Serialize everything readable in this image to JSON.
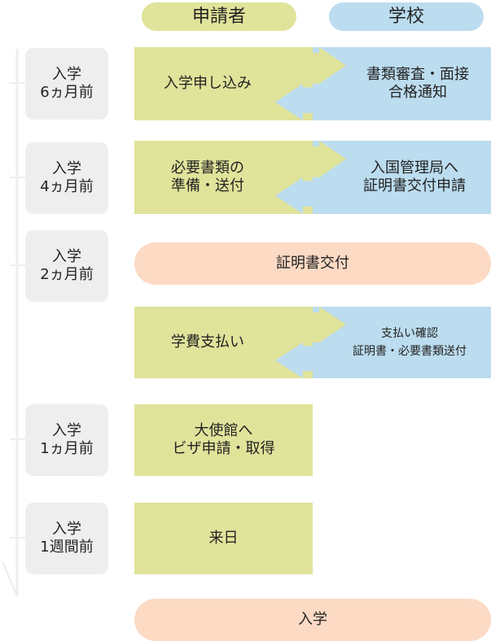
{
  "headers": {
    "applicant": "申請者",
    "school": "学校"
  },
  "timeline": [
    {
      "line1": "入学",
      "line2": "6ヵ月前"
    },
    {
      "line1": "入学",
      "line2": "4ヵ月前"
    },
    {
      "line1": "入学",
      "line2": "2ヵ月前"
    },
    {
      "line1": "入学",
      "line2": "1ヵ月前"
    },
    {
      "line1": "入学",
      "line2": "1週間前"
    }
  ],
  "steps": {
    "row1": {
      "applicant": "入学申し込み",
      "school_1": "書類審査・面接",
      "school_2": "合格通知"
    },
    "row2": {
      "applicant_1": "必要書類の",
      "applicant_2": "準備・送付",
      "school_1": "入国管理局へ",
      "school_2": "証明書交付申請"
    },
    "row3": {
      "both": "証明書交付"
    },
    "row4": {
      "applicant": "学費支払い",
      "school_1": "支払い確認",
      "school_2": "証明書・必要書類送付"
    },
    "row5": {
      "applicant_1": "大使館へ",
      "applicant_2": "ビザ申請・取得"
    },
    "row6": {
      "applicant": "来日"
    },
    "row7": {
      "both": "入学"
    }
  },
  "colors": {
    "applicant": "#e0e39a",
    "school": "#bcdcef",
    "shared": "#fcdac4",
    "label": "#eeeeee"
  }
}
